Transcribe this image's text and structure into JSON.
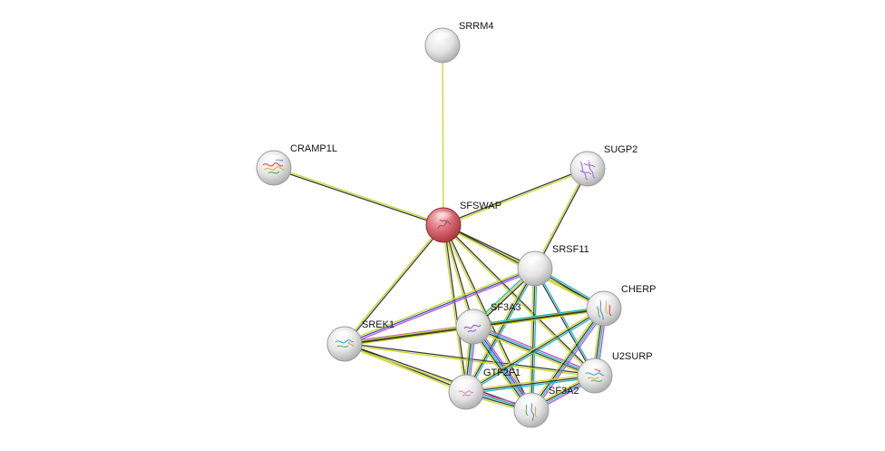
{
  "network": {
    "nodes": [
      {
        "id": "SRRM4",
        "label": "SRRM4",
        "query": false,
        "structure": false
      },
      {
        "id": "CRAMP1L",
        "label": "CRAMP1L",
        "query": false,
        "structure": true
      },
      {
        "id": "SUGP2",
        "label": "SUGP2",
        "query": false,
        "structure": true
      },
      {
        "id": "SFSWAP",
        "label": "SFSWAP",
        "query": true,
        "structure": true
      },
      {
        "id": "SRSF11",
        "label": "SRSF11",
        "query": false,
        "structure": false
      },
      {
        "id": "CHERP",
        "label": "CHERP",
        "query": false,
        "structure": true
      },
      {
        "id": "SF3A3",
        "label": "SF3A3",
        "query": false,
        "structure": true
      },
      {
        "id": "SREK1",
        "label": "SREK1",
        "query": false,
        "structure": true
      },
      {
        "id": "U2SURP",
        "label": "U2SURP",
        "query": false,
        "structure": true
      },
      {
        "id": "GTF2F1",
        "label": "GTF2F1",
        "query": false,
        "structure": true
      },
      {
        "id": "SF3A2",
        "label": "SF3A2",
        "query": false,
        "structure": true
      }
    ],
    "edge_colors": {
      "yellow": "#c8d820",
      "dark": "#3a3a3a",
      "cyan": "#20b8c8",
      "magenta": "#c050d0",
      "blue": "#3050c0"
    },
    "edges": [
      {
        "source": "SFSWAP",
        "target": "SRRM4",
        "evidence": [
          "yellow"
        ]
      },
      {
        "source": "SFSWAP",
        "target": "CRAMP1L",
        "evidence": [
          "dark",
          "yellow"
        ]
      },
      {
        "source": "SFSWAP",
        "target": "SUGP2",
        "evidence": [
          "dark",
          "yellow"
        ]
      },
      {
        "source": "SFSWAP",
        "target": "SRSF11",
        "evidence": [
          "dark",
          "yellow"
        ]
      },
      {
        "source": "SFSWAP",
        "target": "CHERP",
        "evidence": [
          "dark",
          "yellow"
        ]
      },
      {
        "source": "SFSWAP",
        "target": "SF3A3",
        "evidence": [
          "dark",
          "yellow"
        ]
      },
      {
        "source": "SFSWAP",
        "target": "SREK1",
        "evidence": [
          "dark",
          "yellow"
        ]
      },
      {
        "source": "SFSWAP",
        "target": "U2SURP",
        "evidence": [
          "dark",
          "yellow"
        ]
      },
      {
        "source": "SFSWAP",
        "target": "GTF2F1",
        "evidence": [
          "dark",
          "yellow"
        ]
      },
      {
        "source": "SFSWAP",
        "target": "SF3A2",
        "evidence": [
          "dark",
          "yellow"
        ]
      },
      {
        "source": "SUGP2",
        "target": "SRSF11",
        "evidence": [
          "dark",
          "yellow"
        ]
      },
      {
        "source": "SRSF11",
        "target": "SREK1",
        "evidence": [
          "magenta",
          "blue",
          "yellow"
        ]
      },
      {
        "source": "SRSF11",
        "target": "SF3A3",
        "evidence": [
          "dark",
          "yellow",
          "cyan"
        ]
      },
      {
        "source": "SRSF11",
        "target": "CHERP",
        "evidence": [
          "cyan",
          "dark",
          "yellow"
        ]
      },
      {
        "source": "SRSF11",
        "target": "U2SURP",
        "evidence": [
          "cyan",
          "dark"
        ]
      },
      {
        "source": "SRSF11",
        "target": "GTF2F1",
        "evidence": [
          "cyan",
          "dark",
          "yellow"
        ]
      },
      {
        "source": "SRSF11",
        "target": "SF3A2",
        "evidence": [
          "cyan",
          "dark",
          "yellow"
        ]
      },
      {
        "source": "SREK1",
        "target": "SF3A3",
        "evidence": [
          "magenta",
          "dark",
          "yellow"
        ]
      },
      {
        "source": "SREK1",
        "target": "CHERP",
        "evidence": [
          "yellow",
          "dark"
        ]
      },
      {
        "source": "SREK1",
        "target": "GTF2F1",
        "evidence": [
          "dark",
          "yellow"
        ]
      },
      {
        "source": "SREK1",
        "target": "SF3A2",
        "evidence": [
          "dark",
          "yellow"
        ]
      },
      {
        "source": "SREK1",
        "target": "U2SURP",
        "evidence": [
          "dark",
          "yellow"
        ]
      },
      {
        "source": "SF3A3",
        "target": "CHERP",
        "evidence": [
          "cyan",
          "dark",
          "yellow"
        ]
      },
      {
        "source": "SF3A3",
        "target": "U2SURP",
        "evidence": [
          "magenta",
          "cyan",
          "dark",
          "yellow"
        ]
      },
      {
        "source": "SF3A3",
        "target": "GTF2F1",
        "evidence": [
          "magenta",
          "cyan",
          "dark",
          "yellow"
        ]
      },
      {
        "source": "SF3A3",
        "target": "SF3A2",
        "evidence": [
          "magenta",
          "blue",
          "cyan",
          "dark",
          "yellow"
        ]
      },
      {
        "source": "CHERP",
        "target": "U2SURP",
        "evidence": [
          "magenta",
          "cyan",
          "dark",
          "yellow"
        ]
      },
      {
        "source": "CHERP",
        "target": "GTF2F1",
        "evidence": [
          "cyan",
          "dark",
          "yellow"
        ]
      },
      {
        "source": "CHERP",
        "target": "SF3A2",
        "evidence": [
          "magenta",
          "cyan",
          "dark",
          "yellow"
        ]
      },
      {
        "source": "U2SURP",
        "target": "GTF2F1",
        "evidence": [
          "cyan",
          "dark",
          "yellow"
        ]
      },
      {
        "source": "U2SURP",
        "target": "SF3A2",
        "evidence": [
          "magenta",
          "cyan",
          "dark",
          "yellow"
        ]
      },
      {
        "source": "GTF2F1",
        "target": "SF3A2",
        "evidence": [
          "magenta",
          "cyan",
          "dark",
          "yellow"
        ]
      }
    ]
  }
}
